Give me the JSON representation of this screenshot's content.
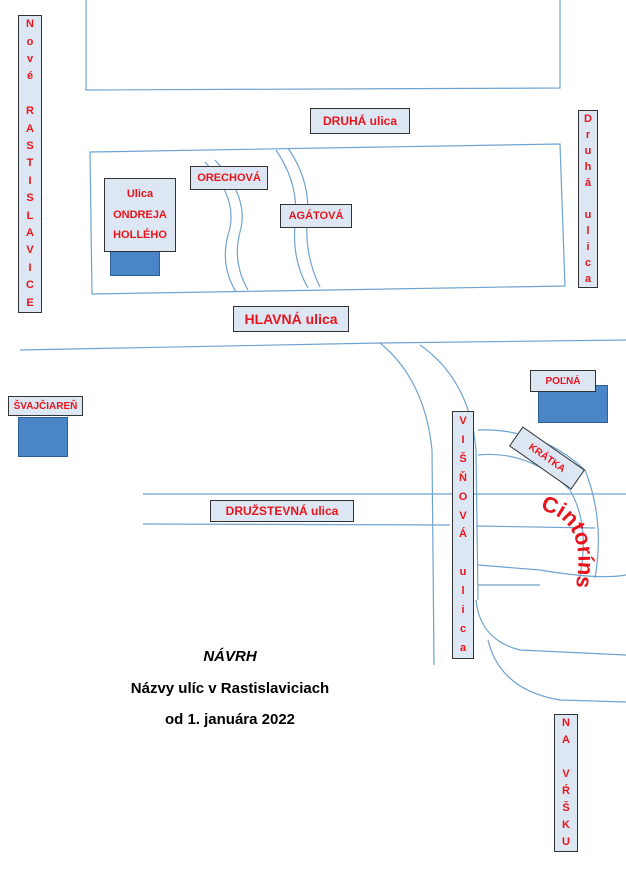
{
  "streets": {
    "nove_rastislavice": "Nové RASTISLAVICE",
    "druha_top": "DRUHÁ ulica",
    "druha_right": "Druhá ulica",
    "ondreja_holleho": [
      "Ulica",
      "ONDREJA",
      "HOLLÉHO"
    ],
    "orechova": "ORECHOVÁ",
    "agatova": "AGÁTOVÁ",
    "hlavna": "HLAVNÁ ulica",
    "svajciaren": "ŠVAJČIAREŇ",
    "polna": "POĽNÁ",
    "druzstevna": "DRUŽSTEVNÁ ulica",
    "visnova": "VIŠŇOVÁ ulica",
    "kratka": "KRÁTKA",
    "cintorinska": "Cintorínska",
    "na_vrsku": "NA VŔŠKU"
  },
  "caption": {
    "line1": "NÁVRH",
    "line2": "Názvy ulíc v Rastislaviciach",
    "line3": "od 1. januára 2022"
  },
  "colors": {
    "road": "#6fa3cf",
    "label_bg": "#dde7f3",
    "label_text": "#e8141c",
    "building": "#4a86c7"
  }
}
